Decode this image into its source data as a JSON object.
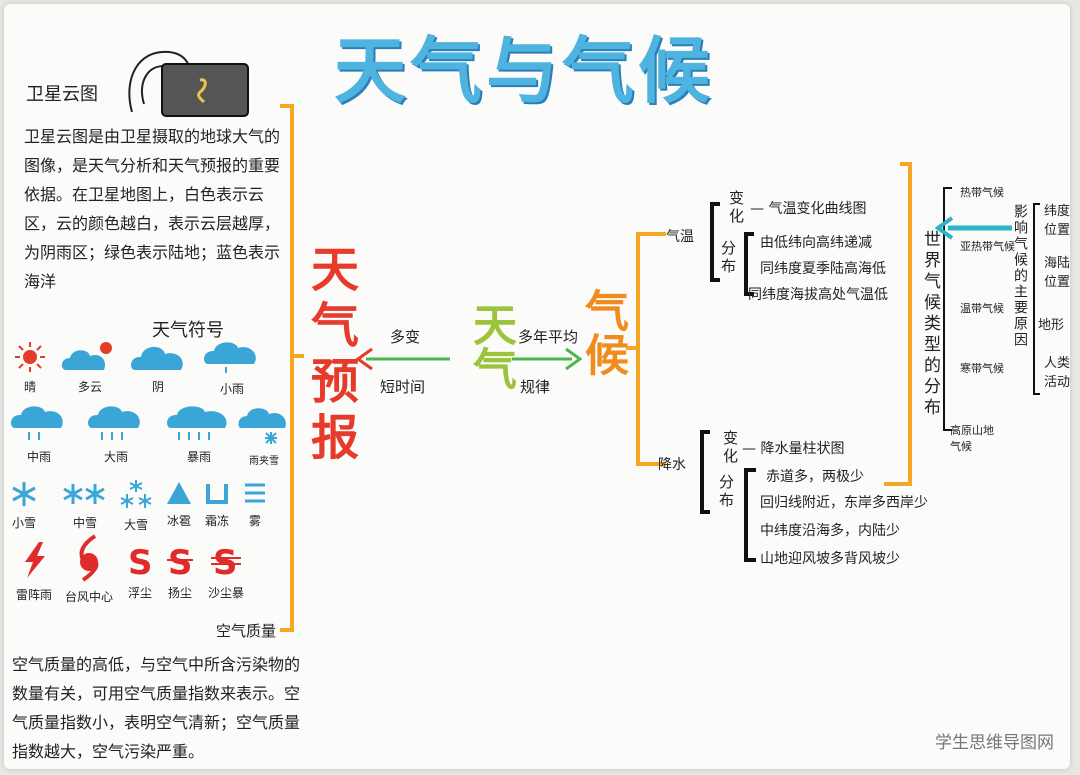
{
  "title": "天气与气候",
  "satellite": {
    "title": "卫星云图",
    "text": "卫星云图是由卫星摄取的地球大气的图像，是天气分析和天气预报的重要依据。在卫星地图上，白色表示云区，云的颜色越白，表示云层越厚，为阴雨区；绿色表示陆地；蓝色表示海洋"
  },
  "symbols": {
    "title": "天气符号",
    "items": [
      "晴",
      "多云",
      "阴",
      "小雨",
      "中雨",
      "大雨",
      "暴雨",
      "雨夹雪",
      "小雪",
      "中雪",
      "大雪",
      "冰雹",
      "霜冻",
      "雾",
      "雷阵雨",
      "台风中心",
      "浮尘",
      "扬尘",
      "沙尘暴"
    ]
  },
  "air_quality": {
    "title": "空气质量",
    "text": "空气质量的高低，与空气中所含污染物的数量有关，可用空气质量指数来表示。空气质量指数小，表明空气清新；空气质量指数越大，空气污染严重。"
  },
  "center": {
    "forecast": "天气预报",
    "weather": "天气",
    "climate": "气候",
    "weather_traits": [
      "多变",
      "短时间"
    ],
    "climate_traits": [
      "多年平均",
      "规律"
    ]
  },
  "temperature": {
    "label": "气温",
    "change_label": "变化",
    "change_item": "气温变化曲线图",
    "dist_label": "分布",
    "dist_items": [
      "由低纬向高纬递减",
      "同纬度夏季陆高海低",
      "同纬度海拔高处气温低"
    ]
  },
  "precipitation": {
    "label": "降水",
    "change_label": "变化",
    "change_item": "降水量柱状图",
    "dist_label": "分布",
    "dist_items": [
      "赤道多，两极少",
      "回归线附近，东岸多西岸少",
      "中纬度沿海多，内陆少",
      "山地迎风坡多背风坡少"
    ]
  },
  "world_climate": {
    "label": "世界气候类型的分布",
    "types": [
      "热带气候",
      "亚热带气候",
      "温带气候",
      "寒带气候",
      "高原山地气候"
    ],
    "factors_title": "影响气候的主要原因",
    "factors": [
      "纬度位置",
      "海陆位置",
      "地形",
      "人类活动"
    ]
  },
  "watermark": "学生思维导图网",
  "colors": {
    "title": "#4fb3e0",
    "forecast": "#e63a2b",
    "weather": "#9bc43a",
    "climate": "#f08c1e",
    "bracket": "#f5a623",
    "cloud": "#3aa6d8"
  }
}
